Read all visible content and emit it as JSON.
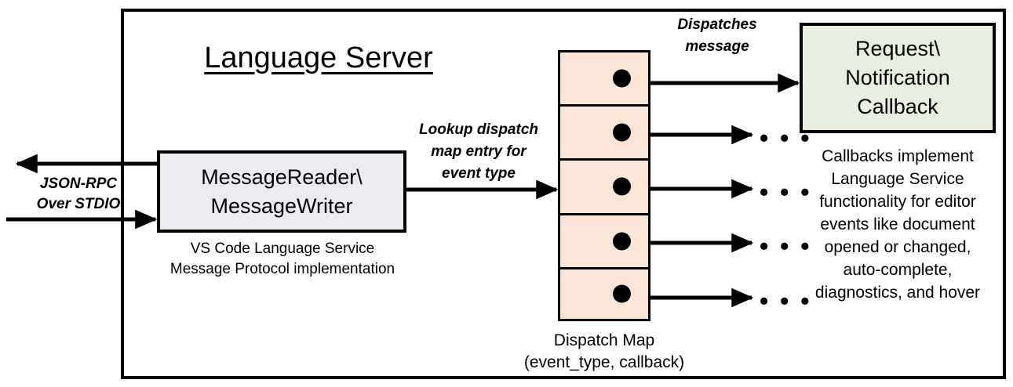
{
  "diagram": {
    "title": "Language Server",
    "frame_label": "Language Server"
  },
  "external_io": {
    "label": "JSON-RPC\nOver STDIO",
    "outbound_arrow": "outbound-response-arrow",
    "inbound_arrow": "inbound-request-arrow"
  },
  "message_io": {
    "box_label": "MessageReader\\\nMessageWriter",
    "caption": "VS Code Language Service\nMessage Protocol implementation",
    "fill": "#EDEAF2"
  },
  "lookup": {
    "label": "Lookup dispatch\nmap entry for\nevent type"
  },
  "dispatch_map": {
    "caption": "Dispatch Map\n(event_type, callback)",
    "fill": "#FBE5D6",
    "entries": [
      {
        "index": 1,
        "target": "Request\\Notification Callback",
        "ellipsis": ""
      },
      {
        "index": 2,
        "target": "ellipsis",
        "ellipsis": "• • •"
      },
      {
        "index": 3,
        "target": "ellipsis",
        "ellipsis": "• • •"
      },
      {
        "index": 4,
        "target": "ellipsis",
        "ellipsis": "• • •"
      },
      {
        "index": 5,
        "target": "ellipsis",
        "ellipsis": "• • •"
      }
    ]
  },
  "dispatch": {
    "label": "Dispatches\nmessage"
  },
  "callback": {
    "box_label": "Request\\\nNotification\nCallback",
    "caption": "Callbacks implement\nLanguage Service\nfunctionality for editor\nevents like document\nopened or changed,\nauto-complete,\ndiagnostics, and hover",
    "fill": "#E8EEE0"
  },
  "colors": {
    "stroke": "#000000",
    "background": "#FFFFFF",
    "message_box_fill": "#EDEAF2",
    "dispatch_map_fill": "#FBE5D6",
    "callback_fill": "#E8EEE0"
  }
}
